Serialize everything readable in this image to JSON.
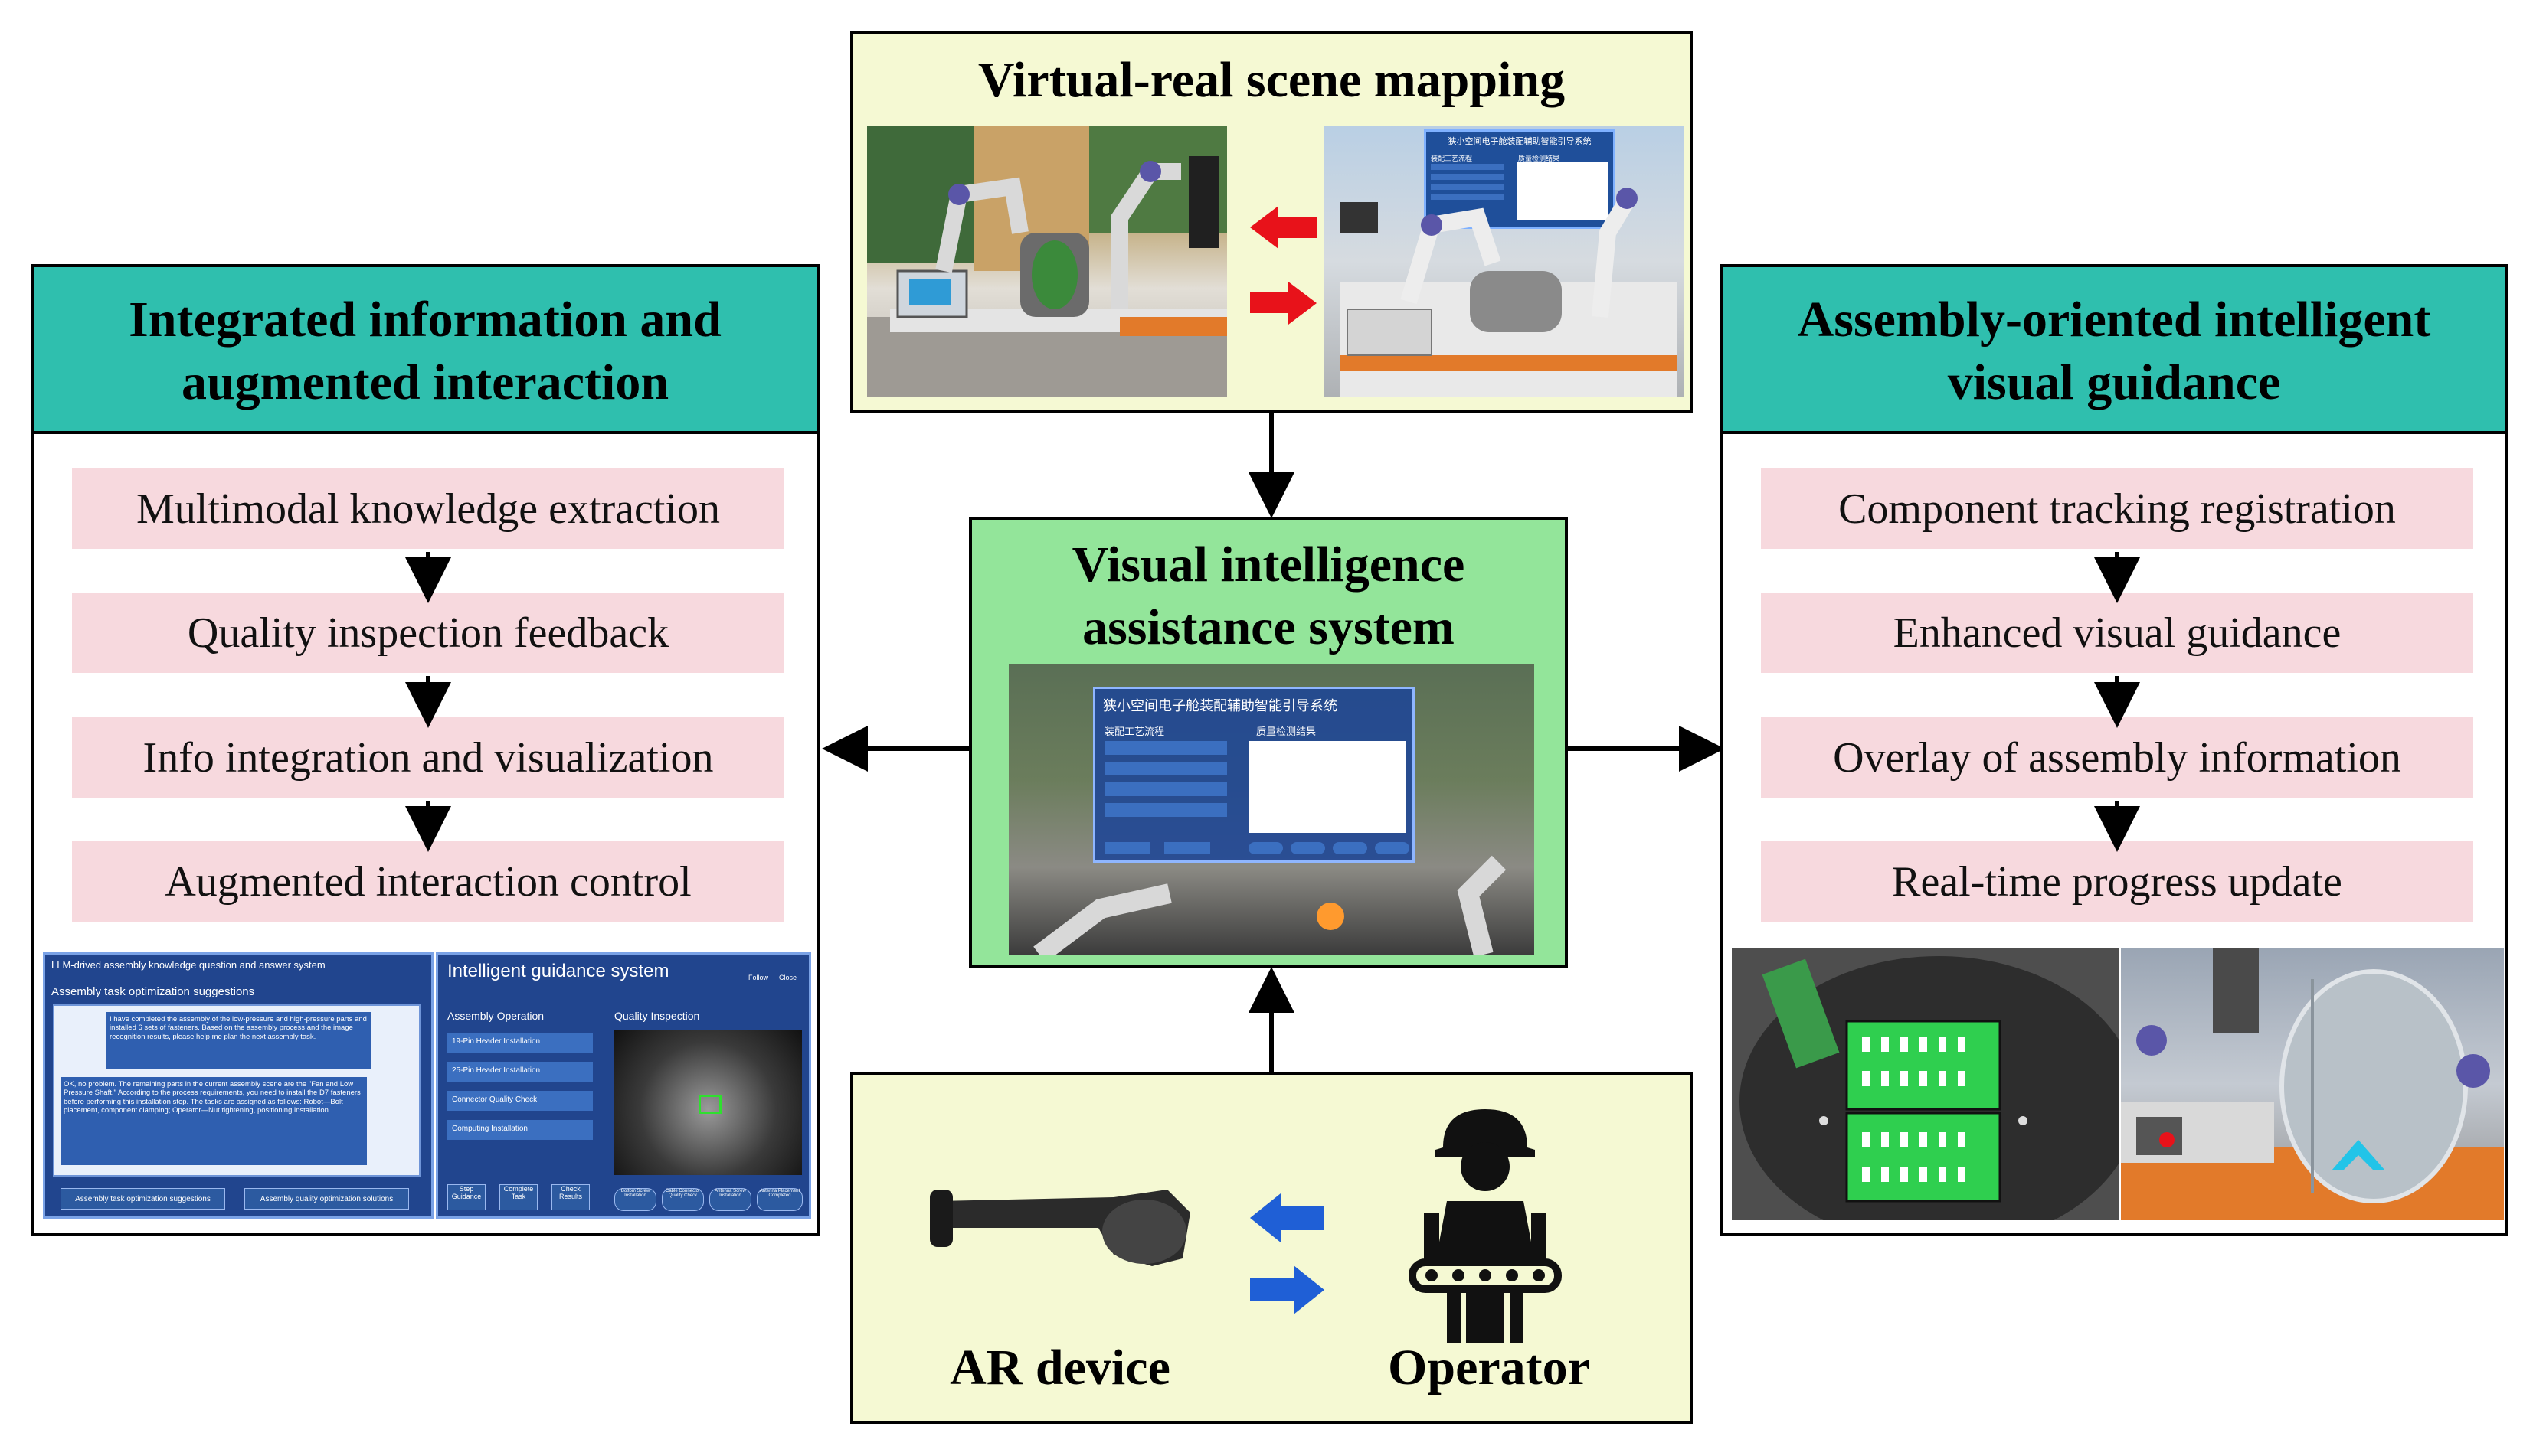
{
  "top": {
    "title": "Virtual-real scene mapping"
  },
  "center": {
    "title_line1": "Visual intelligence",
    "title_line2": "assistance system",
    "screen_title": "狭小空间电子舱装配辅助智能引导系统",
    "screen_left_header": "装配工艺流程",
    "screen_right_header": "质量检测结果"
  },
  "virtual_screen": {
    "title": "狭小空间电子舱装配辅助智能引导系统",
    "left_header": "装配工艺流程",
    "right_header": "质量检测结果"
  },
  "left": {
    "title_line1": "Integrated information and",
    "title_line2": "augmented interaction",
    "steps": [
      "Multimodal knowledge extraction",
      "Quality inspection feedback",
      "Info integration and visualization",
      "Augmented interaction control"
    ],
    "qa": {
      "title": "LLM-drived assembly knowledge question and answer system",
      "section": "Assembly task optimization suggestions",
      "msg1": "I have completed the assembly of the low-pressure and high-pressure parts and installed 6 sets of fasteners. Based on the assembly process and the image recognition results, please help me plan the next assembly task.",
      "msg2": "OK, no problem. The remaining parts in the current assembly scene are the \"Fan and Low Pressure Shaft.\" According to the process requirements, you need to install the D7 fasteners before performing this installation step. The tasks are assigned as follows: Robot—Bolt placement, component clamping; Operator—Nut tightening, positioning installation.",
      "btn1": "Assembly task optimization suggestions",
      "btn2": "Assembly quality optimization solutions"
    },
    "guide": {
      "title": "Intelligent guidance system",
      "follow": "Follow",
      "close": "Close",
      "op_header": "Assembly Operation",
      "qi_header": "Quality Inspection",
      "ops": [
        "19-Pin Header Installation",
        "25-Pin Header Installation",
        "Connector Quality Check",
        "Computing    Installation"
      ],
      "btns": [
        "Step Guidance",
        "Complete Task",
        "Check Results"
      ],
      "btns2": [
        "Bottom Screw Installation",
        "Cable Connector Quality Check",
        "Antenna Screw Installation",
        "Antenna Placement Completed"
      ]
    }
  },
  "right": {
    "title_line1": "Assembly-oriented intelligent",
    "title_line2": "visual guidance",
    "steps": [
      "Component tracking registration",
      "Enhanced visual guidance",
      "Overlay of assembly information",
      "Real-time progress update"
    ]
  },
  "bottom": {
    "ar_label": "AR device",
    "operator_label": "Operator"
  },
  "colors": {
    "teal": "#2fbfae",
    "green": "#93e59a",
    "yellow": "#f5f9d3",
    "pink": "#f7d9de",
    "red_arrow": "#e8121a",
    "blue_arrow": "#1f5fd6"
  }
}
